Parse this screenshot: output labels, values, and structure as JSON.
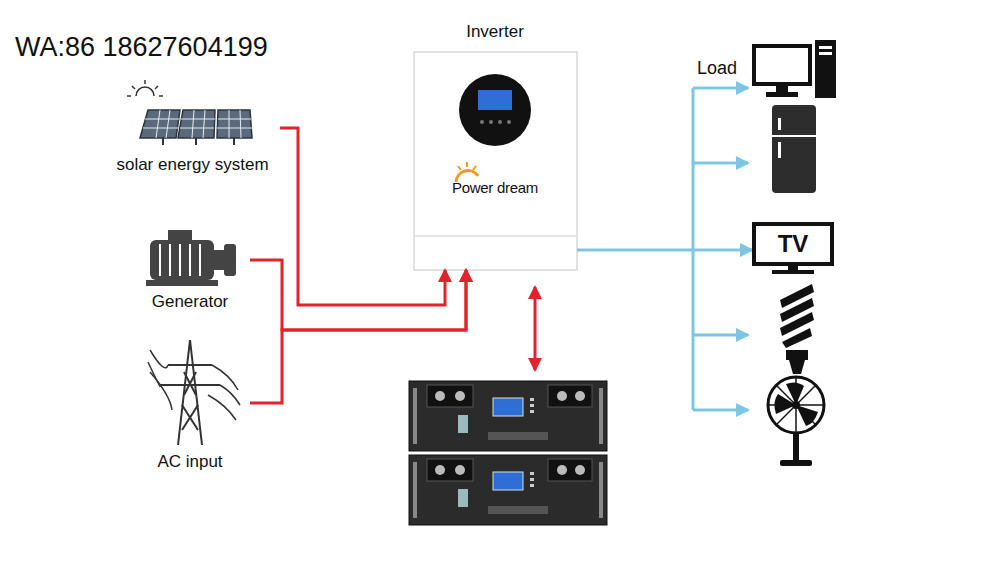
{
  "diagram": {
    "title": "Inverter",
    "nodes": [
      {
        "text": [
          "solar energy system"
        ]
      },
      {
        "text": [
          "Generator"
        ]
      },
      {
        "text": [
          "AC input"
        ]
      },
      {
        "text": [
          "Inverter",
          "Power dream"
        ]
      },
      {
        "text": [
          "TV"
        ]
      }
    ],
    "edges": [
      {
        "from": 0,
        "to": 3,
        "arrow": "to"
      },
      {
        "from": 1,
        "to": 3,
        "arrow": "to"
      },
      {
        "from": 2,
        "to": 3,
        "arrow": "to"
      },
      {
        "from": 3,
        "to": 4,
        "arrow": "to"
      }
    ],
    "labels": [
      "WA:86 18627604199",
      "Load"
    ]
  }
}
